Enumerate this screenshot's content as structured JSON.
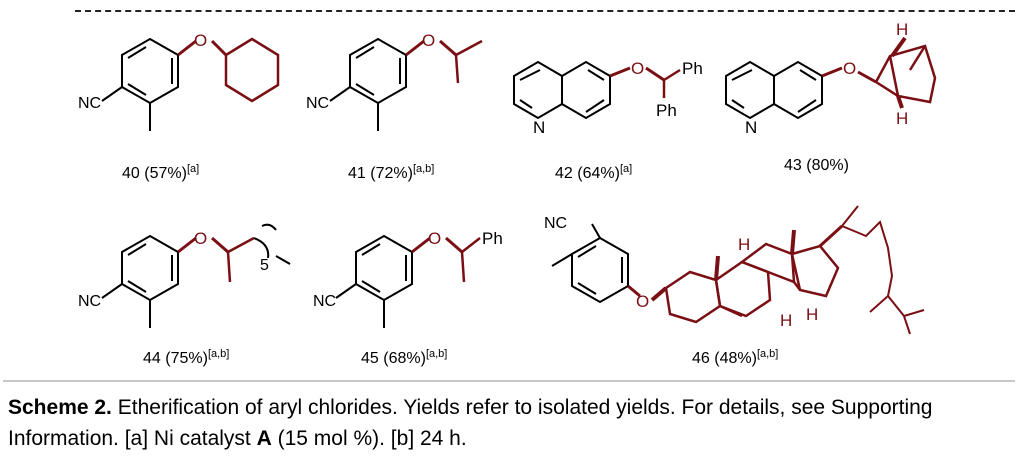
{
  "compounds": [
    {
      "number": "40",
      "yield": "(57%)",
      "notes": "[a]"
    },
    {
      "number": "41",
      "yield": "(72%)",
      "notes": "[a,b]"
    },
    {
      "number": "42",
      "yield": "(64%)",
      "notes": "[a]"
    },
    {
      "number": "43",
      "yield": "(80%)",
      "notes": ""
    },
    {
      "number": "44",
      "yield": "(75%)",
      "notes": "[a,b]"
    },
    {
      "number": "45",
      "yield": "(68%)",
      "notes": "[a,b]"
    },
    {
      "number": "46",
      "yield": "(48%)",
      "notes": "[a,b]"
    }
  ],
  "atom_labels": {
    "nc": "NC",
    "o": "O",
    "n": "N",
    "ph": "Ph",
    "h": "H",
    "five": "5"
  },
  "caption": {
    "bold": "Scheme 2.",
    "text1": " Etherification of aryl chlorides. Yields refer to isolated yields. For details, see Supporting Information. [a] Ni catalyst ",
    "bold2": "A",
    "text2": " (15 mol %). [b] 24 h."
  },
  "colors": {
    "bond": "#000000",
    "highlight": "#7a0f14",
    "separator": "#c8c8c8"
  }
}
